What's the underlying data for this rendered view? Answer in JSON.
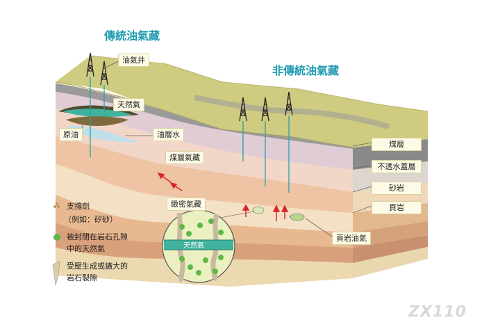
{
  "titles": {
    "conventional": "傳統油氣藏",
    "unconventional": "非傳統油氣藏"
  },
  "labels": {
    "well": "油氣井",
    "natural_gas": "天然氣",
    "crude_oil": "原油",
    "formation_water": "油層水",
    "coalbed_gas": "煤層氣藏",
    "tight_gas": "緻密氣藏",
    "shale_oil_gas": "頁岩油氣",
    "coal_seam": "煤層",
    "impermeable_cap": "不透水蓋層",
    "sandstone": "砂岩",
    "shale": "頁岩",
    "inset_gas": "天然氣"
  },
  "legend": {
    "proppant_line1": "支撐劑",
    "proppant_line2": "（例如：矽砂）",
    "trapped_gas_line1": "被封閉在岩石孔隙",
    "trapped_gas_line2": "中的天然氣",
    "fracture_line1": "受壓生成或擴大的",
    "fracture_line2": "岩石裂隙"
  },
  "colors": {
    "title": "#1f9bb0",
    "surface": "#c9c77a",
    "gas": "#3fb39d",
    "pore_dots": "#5cb848",
    "arrow": "#d9252a"
  },
  "watermark": "ZX110"
}
